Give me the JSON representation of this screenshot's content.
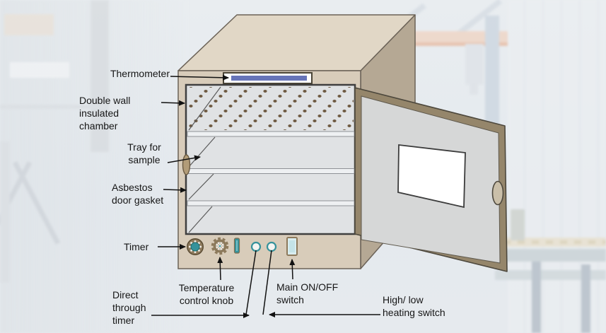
{
  "diagram": {
    "labels": {
      "thermometer": "Thermometer",
      "double_wall": "Double wall\ninsulated\nchamber",
      "tray": "Tray for\nsample",
      "asbestos": "Asbestos\ndoor gasket",
      "timer": "Timer",
      "direct_through_timer": "Direct\nthrough\ntimer",
      "temperature_control": "Temperature\ncontrol knob",
      "main_switch": "Main ON/OFF\nswitch",
      "high_low": "High/ low\nheating switch"
    },
    "colors": {
      "body_front": "#d8ccba",
      "body_top": "#e1d7c6",
      "body_side": "#b5a894",
      "door_frame": "#95866b",
      "door_panel": "#d6d7d7",
      "chamber": "#e0e2e4",
      "accent_teal": "#35929b",
      "thermometer_bar": "#6674b8",
      "label_ink": "#161616"
    }
  }
}
